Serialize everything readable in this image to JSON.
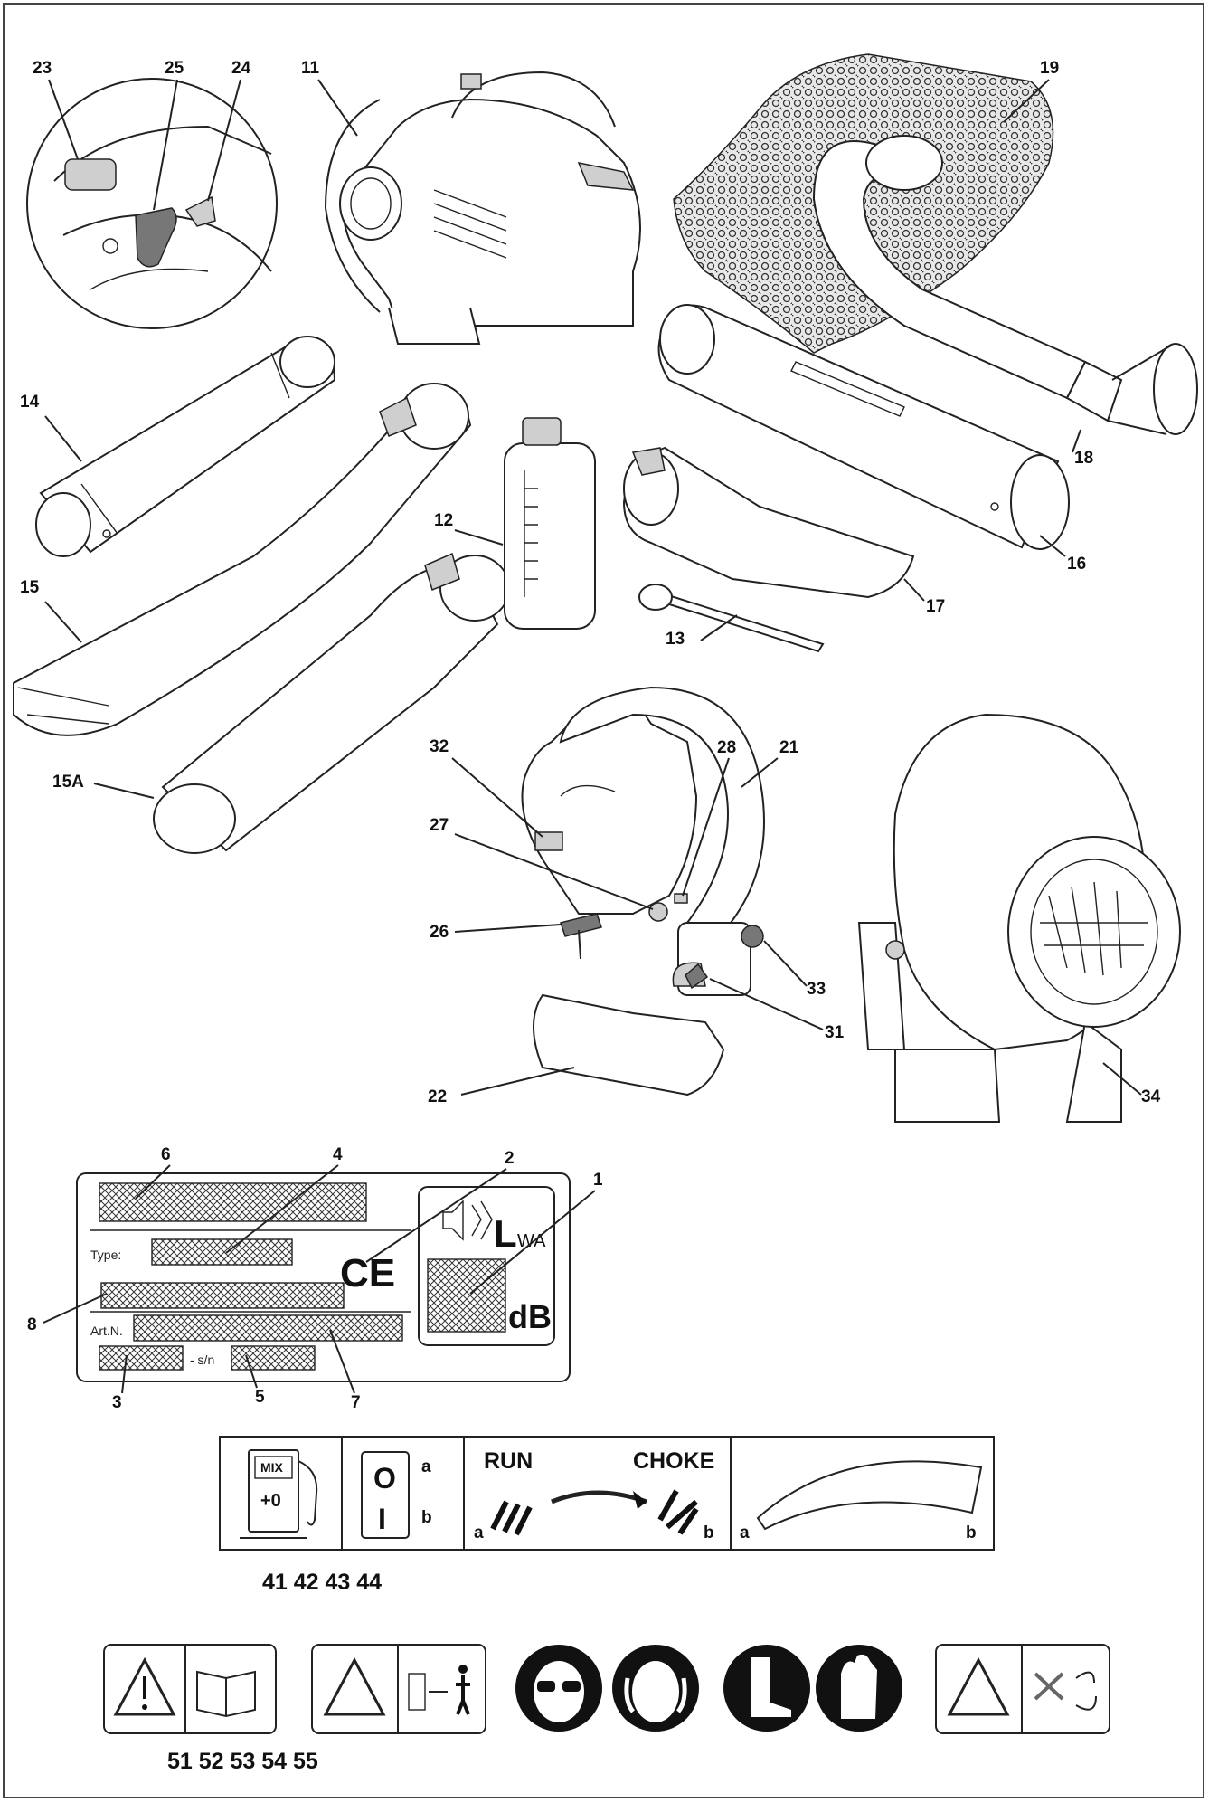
{
  "callouts": {
    "c23": "23",
    "c25": "25",
    "c24": "24",
    "c11": "11",
    "c19": "19",
    "c14": "14",
    "c15": "15",
    "c15A": "15A",
    "c12": "12",
    "c13": "13",
    "c16": "16",
    "c17": "17",
    "c18": "18",
    "c32": "32",
    "c28": "28",
    "c21": "21",
    "c27": "27",
    "c26": "26",
    "c33": "33",
    "c31": "31",
    "c22": "22",
    "c34": "34",
    "c6": "6",
    "c4": "4",
    "c2": "2",
    "c1": "1",
    "c8": "8",
    "c3": "3",
    "c5": "5",
    "c7": "7"
  },
  "label_plate": {
    "type_label": "Type:",
    "art_label": "Art.N.",
    "sn_label": "- s/n",
    "ce_mark": "CE",
    "lwa_L": "L",
    "lwa_sub": "WA",
    "db_unit": "dB"
  },
  "symbols_row1": {
    "mix_label": "MIX",
    "plus_zero": "+0",
    "switch_a": "a",
    "switch_b": "b",
    "switch_O": "O",
    "switch_I": "I",
    "run_label": "RUN",
    "choke_label": "CHOKE",
    "run_a": "a",
    "choke_b": "b",
    "arc_a": "a",
    "arc_b": "b",
    "numbers": "41 42 43 44"
  },
  "symbols_row2": {
    "numbers": "51 52 53 54 55"
  }
}
